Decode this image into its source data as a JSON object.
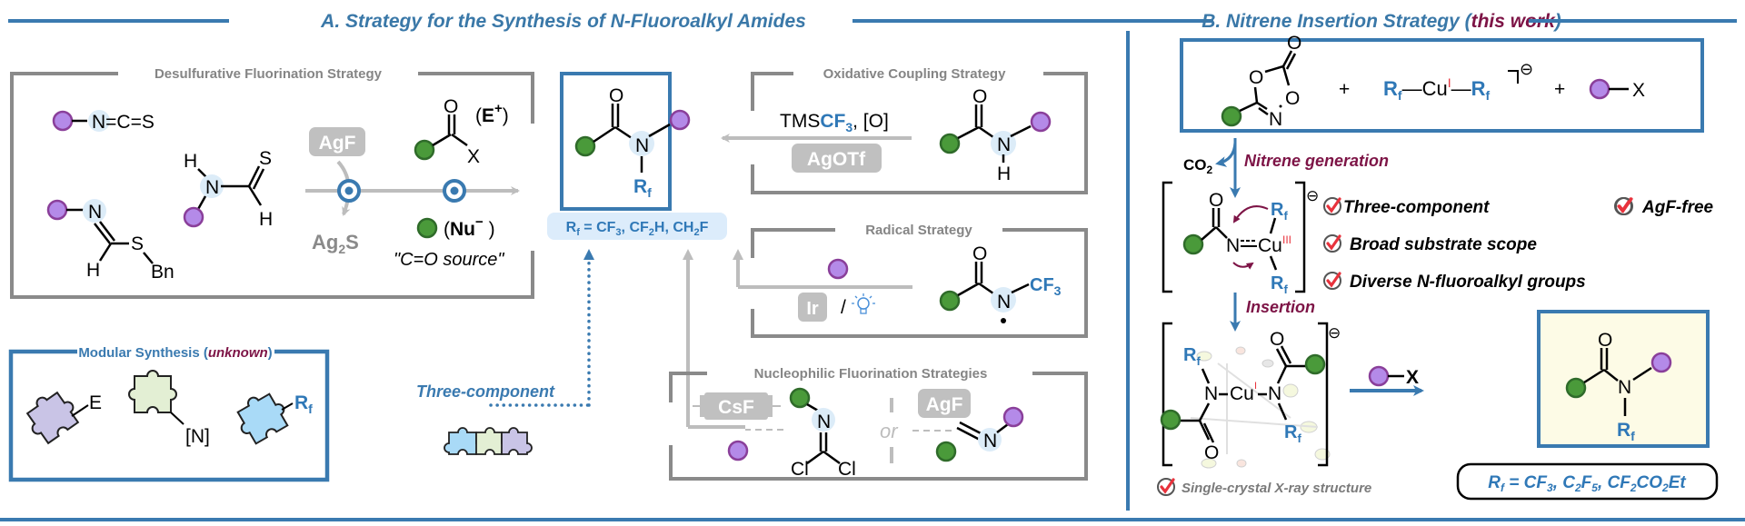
{
  "panel_a": {
    "title": "A. Strategy for the Synthesis of N-Fluoroalkyl Amides",
    "desulfurative": {
      "title": "Desulfurative Fluorination Strategy",
      "isothiocyanate": "N=C=S",
      "thioformamide_h1": "H",
      "thioformamide_n": "N",
      "thioformamide_s": "S",
      "thioformamide_h2": "H",
      "imidothioate_n": "N",
      "imidothioate_s": "S",
      "imidothioate_h": "H",
      "imidothioate_bn": "Bn",
      "reagent": "AgF",
      "byproduct": "Ag2S",
      "acyl_o": "O",
      "acyl_x": "X",
      "electrophile": "(E+)",
      "nucleophile": "(Nu−)",
      "co_source": "\"C=O source\""
    },
    "product": {
      "o": "O",
      "n": "N",
      "rf": "Rf",
      "rf_label": "Rf = CF3, CF2H, CH2F"
    },
    "oxidative": {
      "title": "Oxidative Coupling Strategy",
      "reagent_top": "TMSCF3, [O]",
      "reagent_bottom": "AgOTf",
      "o": "O",
      "n": "N",
      "h": "H"
    },
    "radical": {
      "title": "Radical Strategy",
      "catalyst": "Ir",
      "slash": "/",
      "light_icon": "light-bulb",
      "o": "O",
      "n": "N",
      "cf3": "CF3"
    },
    "nucleophilic": {
      "title": "Nucleophilic Fluorination Strategies",
      "reagent1": "CsF",
      "reagent2": "AgF",
      "or": "or",
      "n1": "N",
      "cl1": "Cl",
      "cl2": "Cl",
      "n2": "N"
    },
    "modular": {
      "title_prefix": "Modular Synthesis (",
      "title_unknown": "unknown",
      "title_suffix": ")",
      "piece1_label": "E",
      "piece2_label": "[N]",
      "piece3_label": "Rf",
      "three_component": "Three-component"
    }
  },
  "panel_b": {
    "title_prefix": "B. Nitrene Insertion Strategy (",
    "title_this_work": "this work",
    "title_suffix": ")",
    "reactants": {
      "dioxazolone_o1": "O",
      "dioxazolone_o2": "O",
      "dioxazolone_o3": "O",
      "dioxazolone_n": "N",
      "plus1": "+",
      "cuprate": "Rf—CuI—Rf",
      "charge": "⊖",
      "plus2": "+",
      "halide_x": "X"
    },
    "step1_byproduct": "CO2",
    "step1_label": "Nitrene generation",
    "intermediate": {
      "o": "O",
      "n": "N",
      "cu": "Cu",
      "cu_ox": "III",
      "rf_top": "Rf",
      "rf_bottom": "Rf",
      "charge": "⊖"
    },
    "features": [
      "Three-component",
      "AgF-free",
      "Broad substrate scope",
      "Diverse N-fluoroalkyl groups"
    ],
    "step2_label": "Insertion",
    "complex": {
      "rf1": "Rf",
      "rf2": "Rf",
      "n1": "N",
      "n2": "N",
      "cu": "Cu",
      "cu_ox": "I",
      "o1": "O",
      "o2": "O",
      "charge": "⊖",
      "xray_note": "Single-crystal X-ray structure"
    },
    "reagent": "X",
    "product": {
      "o": "O",
      "n": "N",
      "rf": "Rf",
      "rf_label": "Rf = CF3, C2F5, CF2CO2Et"
    }
  },
  "colors": {
    "accent_blue": "#3a7ab0",
    "maroon": "#7d1446",
    "green": "#4a9a3a",
    "purple": "#b48ae8",
    "gray": "#858585",
    "check_red": "#e8323c"
  }
}
